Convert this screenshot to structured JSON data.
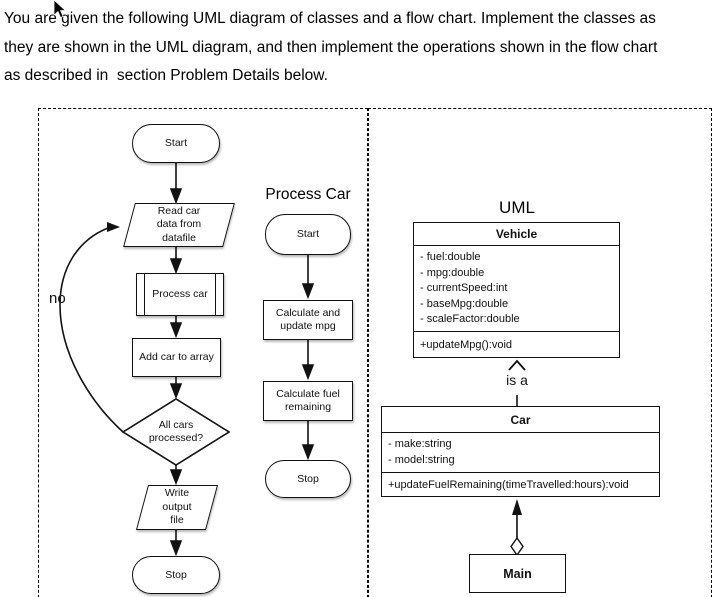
{
  "instruction": {
    "lines": [
      "You are given the following UML diagram of classes and a flow chart. Implement the classes as",
      "they are shown in the UML diagram, and then implement the operations shown in the flow chart",
      "as described in  section Problem Details below."
    ]
  },
  "flowchart_main": {
    "start_label": "Start",
    "read_label": "Read car data from datafile",
    "process_label": "Process car",
    "add_label": "Add car to array",
    "decision_label": "All cars processed?",
    "write_label": "Write output file",
    "stop_label": "Stop",
    "loop_label": "no"
  },
  "flowchart_process": {
    "title": "Process Car",
    "start_label": "Start",
    "step1_label": "Calculate and update mpg",
    "step2_label": "Calculate fuel remaining",
    "stop_label": "Stop"
  },
  "uml": {
    "title": "UML",
    "vehicle": {
      "name": "Vehicle",
      "attributes": [
        "- fuel:double",
        "- mpg:double",
        "- currentSpeed:int",
        "- baseMpg:double",
        "- scaleFactor:double"
      ],
      "method": "+updateMpg():void"
    },
    "inheritance_label": "is a",
    "car": {
      "name": "Car",
      "attributes": [
        "- make:string",
        "- model:string"
      ],
      "method": "+updateFuelRemaining(timeTravelled:hours):void"
    },
    "main": {
      "name": "Main"
    }
  },
  "colors": {
    "line": "#111111",
    "background": "#ffffff"
  }
}
